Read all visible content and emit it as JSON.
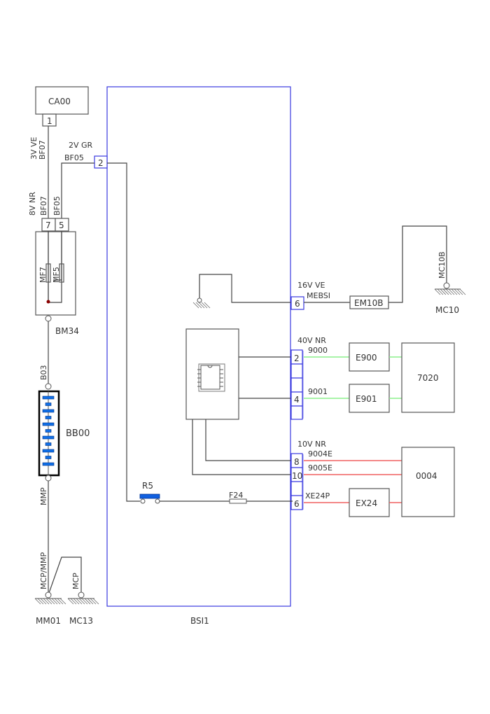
{
  "diagram": {
    "title": "BSI1",
    "components": {
      "ca00": "CA00",
      "bm34": "BM34",
      "bb00": "BB00",
      "mm01": "MM01",
      "mc13": "MC13",
      "mc10": "MC10",
      "em10b": "EM10B",
      "e900": "E900",
      "e901": "E901",
      "c7020": "7020",
      "c0004": "0004",
      "ex24": "EX24",
      "bsi": "BSI1",
      "relay": "R5",
      "fuse": "F24",
      "fuse_mf7": "MF7",
      "fuse_mf5": "MF5"
    },
    "connectors": {
      "ca00_pin": "1",
      "ca00_conn": "3V VE",
      "ca00_wire": "BF07",
      "bsi_top_pin": "2",
      "bsi_top_conn": "2V GR",
      "bsi_top_wire": "BF05",
      "bm34_conn": "8V NR",
      "bm34_wire_a": "BF07",
      "bm34_wire_b": "BF05",
      "bm34_pin_a": "7",
      "bm34_pin_b": "5",
      "wire_b03": "B03",
      "wire_mmp": "MMP",
      "wire_mcp_mmp": "MCP/MMP",
      "wire_mcp": "MCP",
      "wire_mc10b": "MC10B",
      "conn16": "16V VE",
      "conn16_wire": "MEBSI",
      "conn16_pin": "6",
      "conn40": "40V NR",
      "conn40_wire_a": "9000",
      "conn40_wire_b": "9001",
      "conn40_pin_a": "2",
      "conn40_pin_b": "4",
      "conn10": "10V NR",
      "conn10_wire_a": "9004E",
      "conn10_wire_b": "9005E",
      "conn10_wire_c": "XE24P",
      "conn10_pin_a": "8",
      "conn10_pin_b": "10",
      "conn10_pin_c": "6"
    },
    "colors": {
      "bsi_border": "#3a3ae0",
      "wire_green": "#8cf08c",
      "wire_red": "#f06060",
      "relay": "#1060e0",
      "battery_cell": "#1070e8",
      "junction": "#8b0000"
    }
  }
}
